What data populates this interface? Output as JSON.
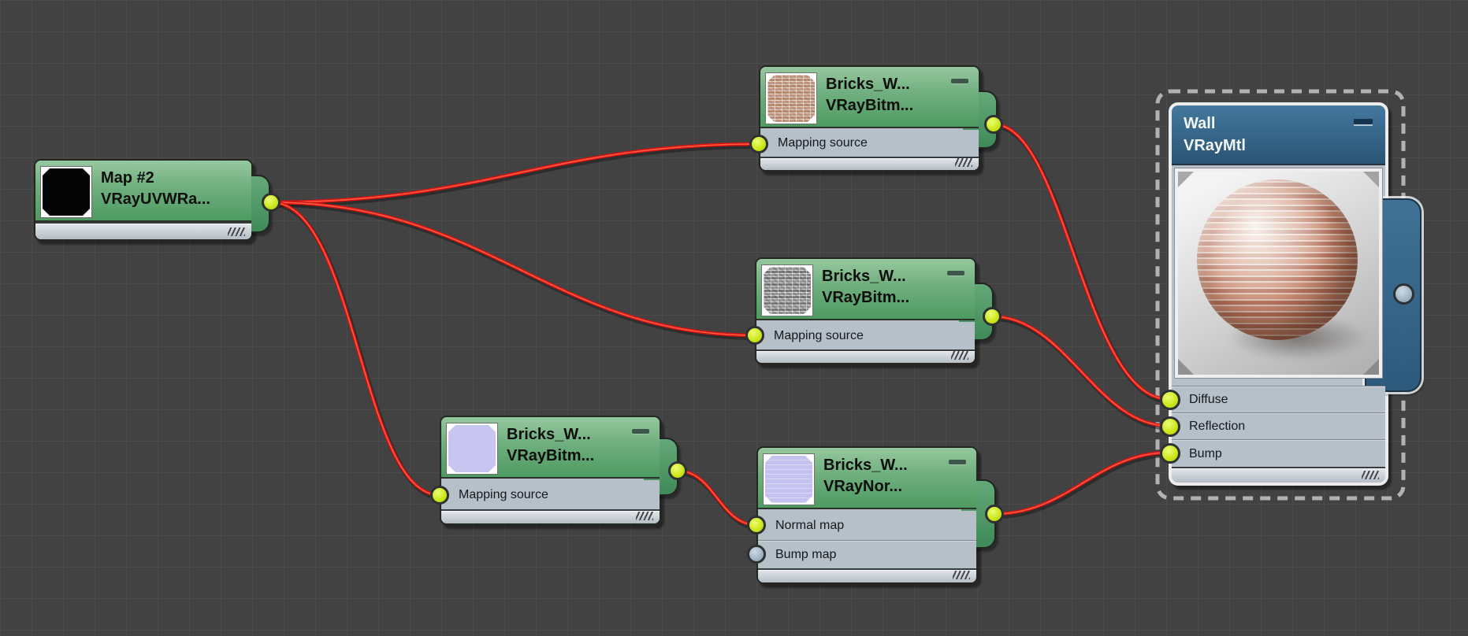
{
  "editor": {
    "kind": "material-node-graph"
  },
  "colors": {
    "background": "#424242",
    "grid_line": "#4b4b4b",
    "wire": "#d81212",
    "node_header_green_top": "#96c89e",
    "node_header_green_bottom": "#4e9b62",
    "wall_header_top": "#44789d",
    "wall_header_bottom": "#2a5473",
    "slot_row": "#b6c0c9",
    "socket_connected": "#cbe518",
    "socket_unconnected": "#9db1c3",
    "selection_dash": "#b2b2b2"
  },
  "nodes": {
    "map2": {
      "title": "Map #2",
      "subtitle": "VRayUVWRa..."
    },
    "bricks_diffuse": {
      "title": "Bricks_W...",
      "subtitle": "VRayBitm...",
      "slots": {
        "mapping": "Mapping source"
      }
    },
    "bricks_reflection": {
      "title": "Bricks_W...",
      "subtitle": "VRayBitm...",
      "slots": {
        "mapping": "Mapping source"
      }
    },
    "bricks_bump": {
      "title": "Bricks_W...",
      "subtitle": "VRayBitm...",
      "slots": {
        "mapping": "Mapping source"
      }
    },
    "normal_map": {
      "title": "Bricks_W...",
      "subtitle": "VRayNor...",
      "slots": {
        "normal": "Normal map",
        "bump": "Bump map"
      }
    },
    "wall": {
      "title": "Wall",
      "subtitle": "VRayMtl",
      "selected": true,
      "slots": {
        "diffuse": "Diffuse",
        "reflection": "Reflection",
        "bump": "Bump"
      }
    }
  },
  "connections": [
    {
      "from": "map2.output",
      "to": "bricks_diffuse.mapping"
    },
    {
      "from": "map2.output",
      "to": "bricks_reflection.mapping"
    },
    {
      "from": "map2.output",
      "to": "bricks_bump.mapping"
    },
    {
      "from": "bricks_bump.output",
      "to": "normal_map.normal"
    },
    {
      "from": "bricks_diffuse.output",
      "to": "wall.diffuse"
    },
    {
      "from": "bricks_reflection.output",
      "to": "wall.reflection"
    },
    {
      "from": "normal_map.output",
      "to": "wall.bump"
    }
  ]
}
